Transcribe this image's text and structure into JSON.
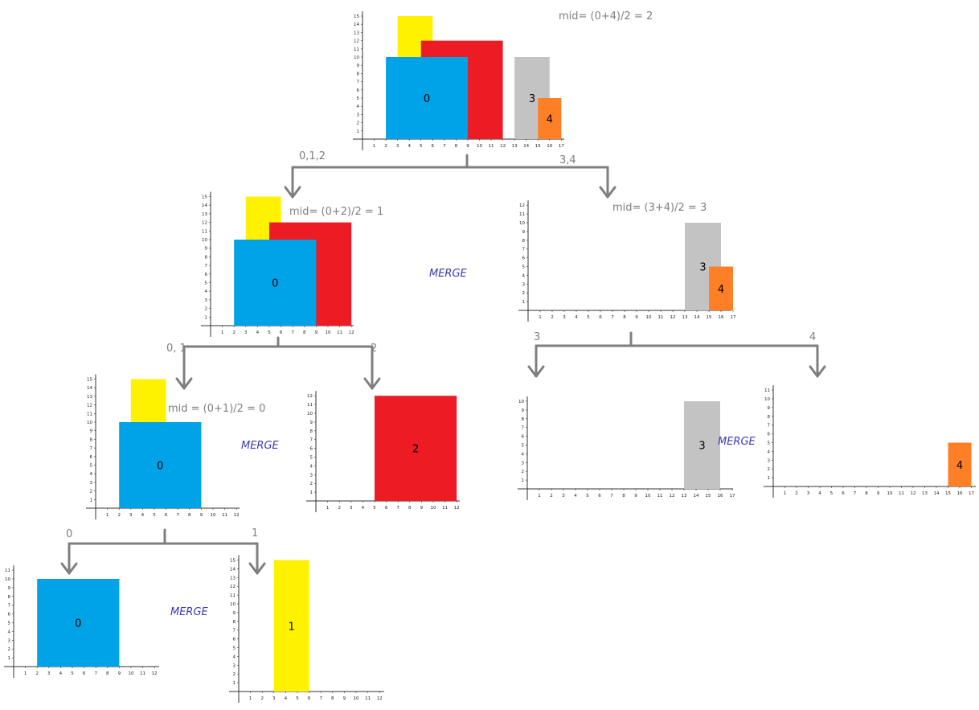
{
  "colors": {
    "r0": "#00a2e8",
    "r1": "#fff200",
    "r2": "#ed1c24",
    "r3": "#c3c3c3",
    "r4": "#ff7f27",
    "arrow": "#7f7f7f",
    "label": "#7f7f7f",
    "merge": "#3a3ab8"
  },
  "rect_ids": [
    "0",
    "1",
    "2",
    "3",
    "4"
  ],
  "mid_labels": [
    "mid= (0+4)/2 = 2",
    "mid= (0+2)/2 = 1",
    "mid= (3+4)/2 = 3",
    "mid = (0+1)/2 = 0"
  ],
  "split_labels": [
    "0,1,2",
    "3,4",
    "0, 1",
    "2",
    "3",
    "4",
    "0",
    "1"
  ],
  "merge_label": "MERGE"
}
